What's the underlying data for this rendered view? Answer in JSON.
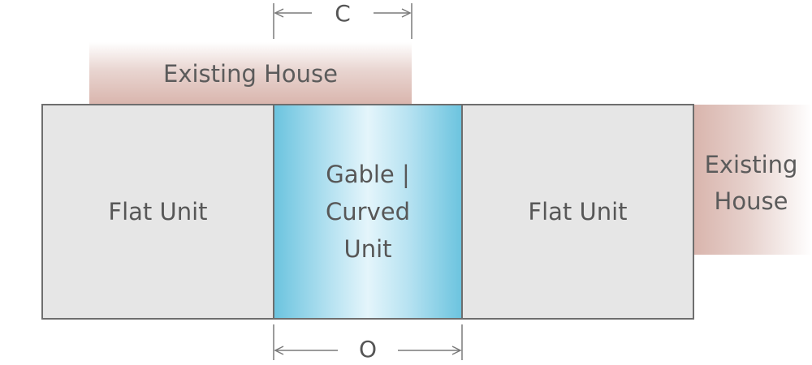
{
  "existing_house_top": {
    "label": "Existing House"
  },
  "existing_house_right": {
    "label_line1": "Existing",
    "label_line2": "House"
  },
  "units": {
    "left": {
      "label": "Flat Unit"
    },
    "middle": {
      "label_line1": "Gable | Curved",
      "label_line2": "Unit"
    },
    "right": {
      "label": "Flat Unit"
    }
  },
  "dimensions": {
    "top": "C",
    "bottom": "O"
  },
  "colors": {
    "flat_unit_fill": "#e6e6e6",
    "outline": "#6e6e6e",
    "middle_unit_edge": "#6cc4df",
    "middle_unit_center": "#e4f5fb",
    "existing_house": "#d9b5ad"
  }
}
